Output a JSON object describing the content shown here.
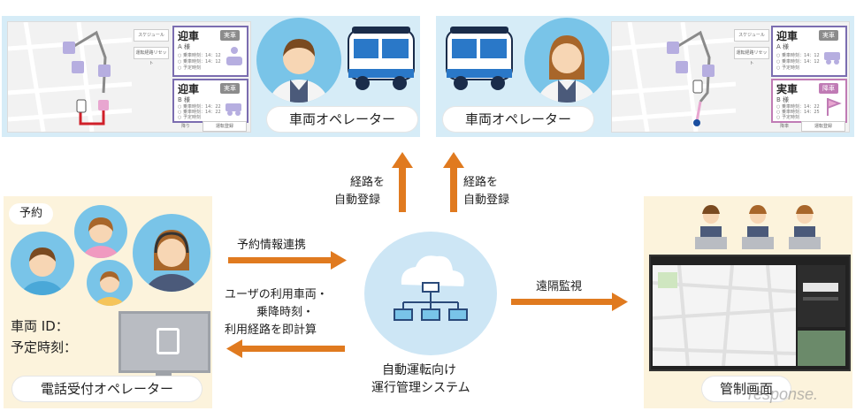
{
  "top_left_panel": {
    "label": "車両オペレーター",
    "sched_btn": "スケジュール",
    "reset_btn": "運転経路リセット",
    "card1": {
      "title": "迎車",
      "sub": "A 様",
      "badge": "実車",
      "lines": [
        "○ 乗車時刻：14：12",
        "○ 乗車時刻：14：12",
        "○ 予定時刻"
      ]
    },
    "card2": {
      "title": "迎車",
      "sub": "B 様",
      "badge": "実車",
      "lines": [
        "○ 乗車時刻：14：22",
        "○ 乗車時刻：14：22",
        "○ 予定時刻"
      ]
    },
    "footer_left": "降り",
    "footer_btn": "運転登録"
  },
  "top_right_panel": {
    "label": "車両オペレーター",
    "sched_btn": "スケジュール",
    "reset_btn": "運転経路リセット",
    "card1": {
      "title": "迎車",
      "sub": "A 様",
      "badge": "実車",
      "lines": [
        "○ 乗車時刻：14：12",
        "○ 乗車時刻：14：12",
        "○ 予定時刻"
      ]
    },
    "card2": {
      "title": "実車",
      "sub": "B 様",
      "badge": "降車",
      "lines": [
        "○ 乗車時刻：14：22",
        "○ 乗車時刻：14：25",
        "○ 予定時刻"
      ]
    },
    "footer_left": "降車",
    "footer_btn": "運転登録"
  },
  "arrows": {
    "route_left": [
      "経路を",
      "自動登録"
    ],
    "route_right": [
      "経路を",
      "自動登録"
    ],
    "reservation_link": "予約情報連携",
    "calc": [
      "ユーザの利用車両・",
      "乗降時刻・",
      "利用経路を即計算"
    ],
    "remote": "遠隔監視"
  },
  "phone_panel": {
    "reservation": "予約",
    "vehicle_id": "車両 ID：",
    "scheduled_time": "予定時刻：",
    "label": "電話受付オペレーター"
  },
  "system": {
    "label": [
      "自動運転向け",
      "運行管理システム"
    ]
  },
  "control_panel": {
    "label": "管制画面",
    "screen_title": "管制画面"
  },
  "watermark": "response.",
  "colors": {
    "orange": "#e07a1f",
    "panel_blue": "#d6ecf7",
    "panel_cream": "#fcf3dc",
    "card_purple": "#7b6db0",
    "route_red": "#d0202a",
    "route_pink": "#e8a6d0"
  }
}
